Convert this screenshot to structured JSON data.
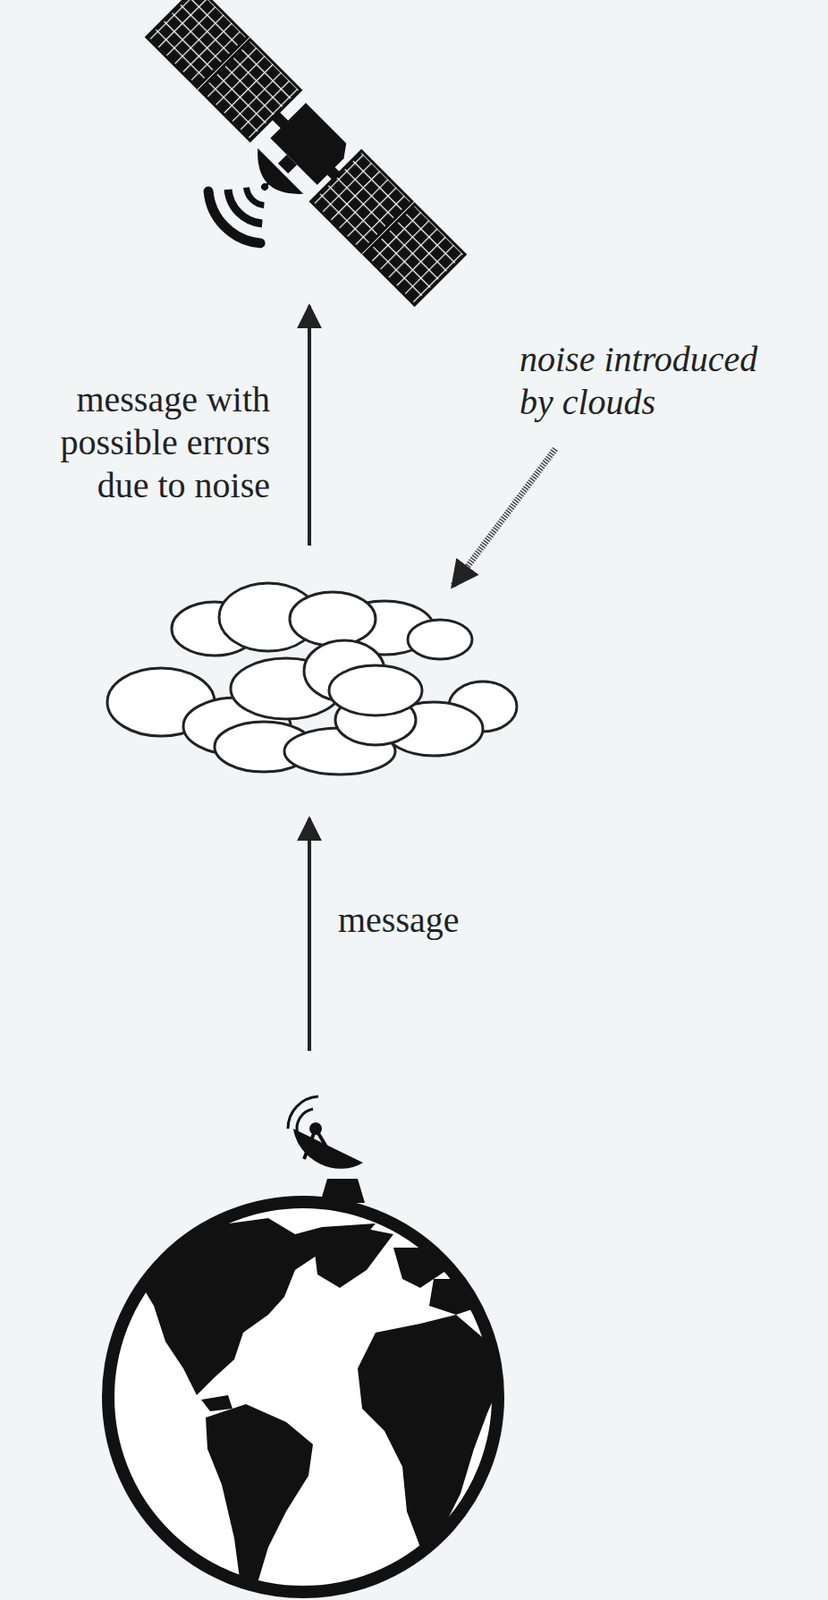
{
  "diagram": {
    "labels": [
      "message with possible errors due to noise",
      "noise introduced by clouds",
      "message"
    ]
  }
}
